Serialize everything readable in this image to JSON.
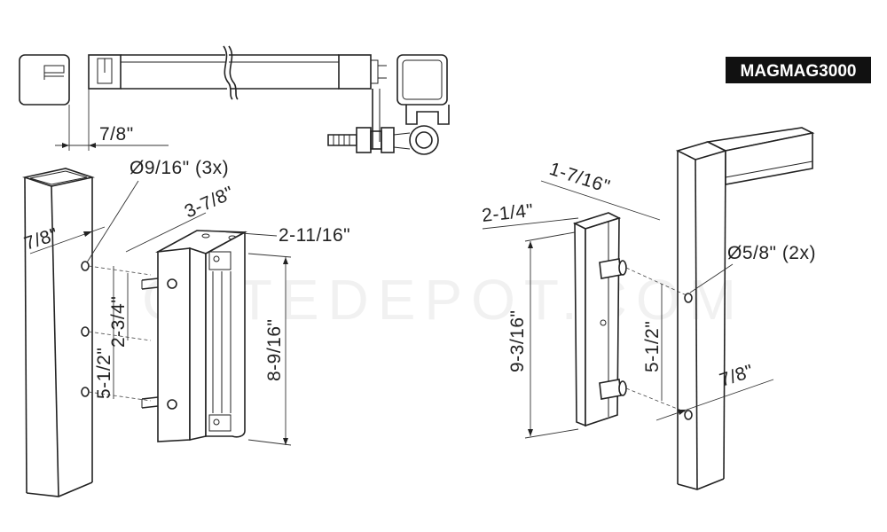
{
  "model_badge": "MAGMAG3000",
  "watermark": "GATEDEPOT.COM",
  "dimensions": {
    "top_offset": "7/8\"",
    "post_side_offset": "7/8\"",
    "hole_diameter_3x": "Ø9/16\" (3x)",
    "left_width": "3-7/8\"",
    "left_depth": "2-11/16\"",
    "left_height": "8-9/16\"",
    "hole_spacing_upper": "2-3/4\"",
    "hole_spacing_total": "5-1/2\"",
    "right_depth": "1-7/16\"",
    "right_width": "2-1/4\"",
    "right_height": "9-3/16\"",
    "right_hole_diameter_2x": "Ø5/8\" (2x)",
    "right_hole_spacing": "5-1/2\"",
    "right_bottom_offset": "7/8\""
  },
  "colors": {
    "line": "#222222",
    "badge_background": "#111111",
    "badge_text": "#ffffff",
    "watermark": "#f1f1f1"
  }
}
